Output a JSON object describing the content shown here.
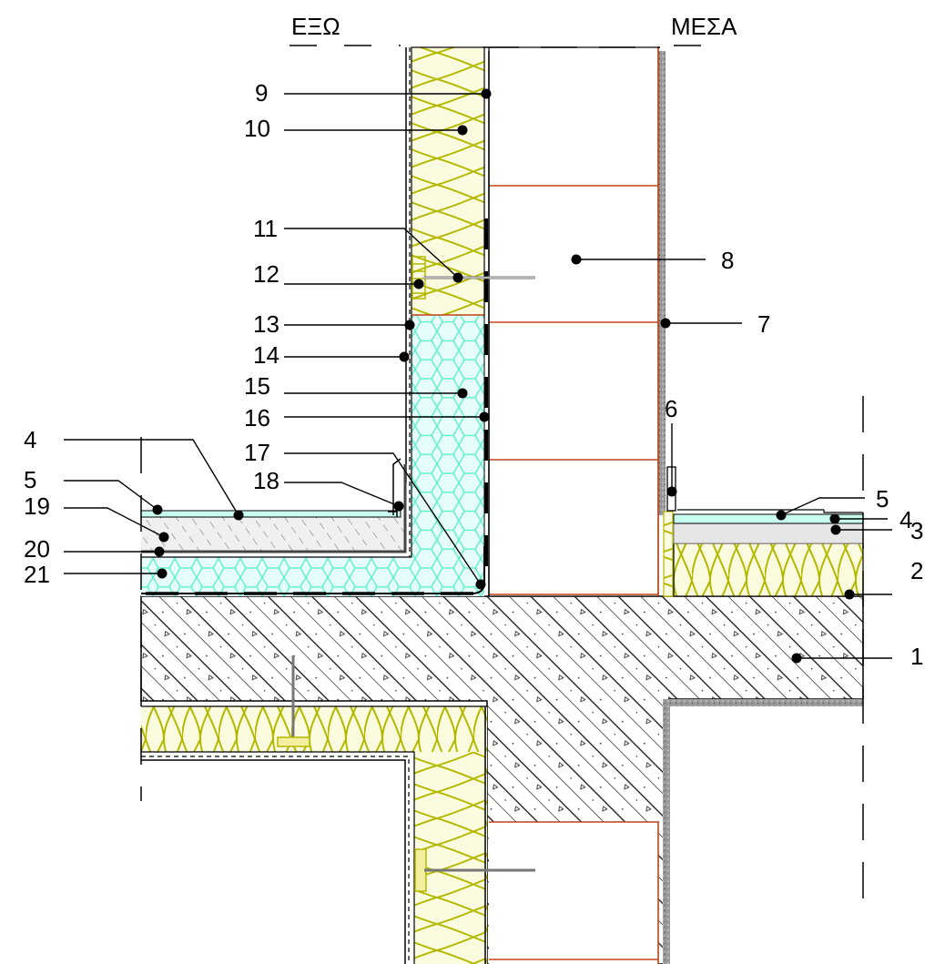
{
  "titles": {
    "outside": "ΕΞΩ",
    "inside": "ΜΕΣΑ"
  },
  "callouts": [
    {
      "id": "c1",
      "text": "1"
    },
    {
      "id": "c2",
      "text": "2"
    },
    {
      "id": "c3",
      "text": "3"
    },
    {
      "id": "c4r",
      "text": "4"
    },
    {
      "id": "c5r",
      "text": "5"
    },
    {
      "id": "c6",
      "text": "6"
    },
    {
      "id": "c7",
      "text": "7"
    },
    {
      "id": "c8",
      "text": "8"
    },
    {
      "id": "c9",
      "text": "9"
    },
    {
      "id": "c10",
      "text": "10"
    },
    {
      "id": "c11",
      "text": "11"
    },
    {
      "id": "c12",
      "text": "12"
    },
    {
      "id": "c13",
      "text": "13"
    },
    {
      "id": "c14",
      "text": "14"
    },
    {
      "id": "c15",
      "text": "15"
    },
    {
      "id": "c16",
      "text": "16"
    },
    {
      "id": "c17",
      "text": "17"
    },
    {
      "id": "c18",
      "text": "18"
    },
    {
      "id": "c4l",
      "text": "4"
    },
    {
      "id": "c5l",
      "text": "5"
    },
    {
      "id": "c19",
      "text": "19"
    },
    {
      "id": "c20",
      "text": "20"
    },
    {
      "id": "c21",
      "text": "21"
    }
  ],
  "colors": {
    "insulation_fill": "#fbfbe0",
    "insulation_line": "#b5b800",
    "xps_fill": "#d9fff6",
    "xps_line": "#5ef0c8",
    "brick_joint": "#c0441a",
    "plaster": "#8c8c8c",
    "concrete_hatch": "#000000",
    "screed_fill": "#e6e6e6"
  }
}
